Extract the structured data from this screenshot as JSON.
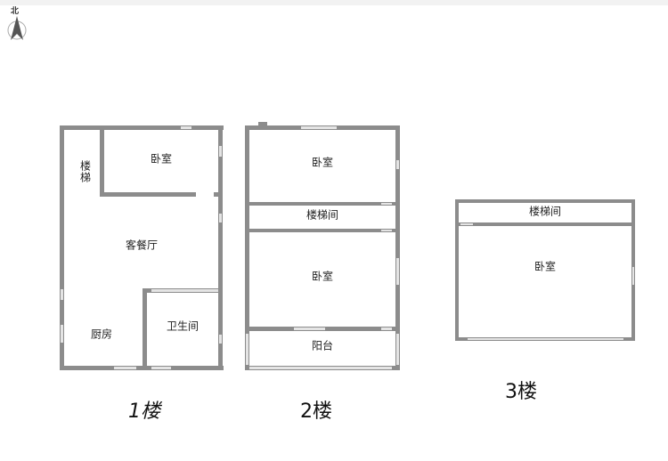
{
  "compass": {
    "label": "北"
  },
  "floor1": {
    "title": "1楼",
    "rooms": {
      "stairs": "楼梯",
      "bedroom": "卧室",
      "living_dining": "客餐厅",
      "kitchen": "厨房",
      "bathroom": "卫生间"
    }
  },
  "floor2": {
    "title": "2楼",
    "rooms": {
      "bedroom_top": "卧室",
      "stairwell": "楼梯间",
      "bedroom_main": "卧室",
      "balcony": "阳台"
    }
  },
  "floor3": {
    "title": "3楼",
    "rooms": {
      "stairwell": "楼梯间",
      "bedroom": "卧室"
    }
  },
  "colors": {
    "wall": "#8c8c8c",
    "window": "#e4e4e4"
  }
}
